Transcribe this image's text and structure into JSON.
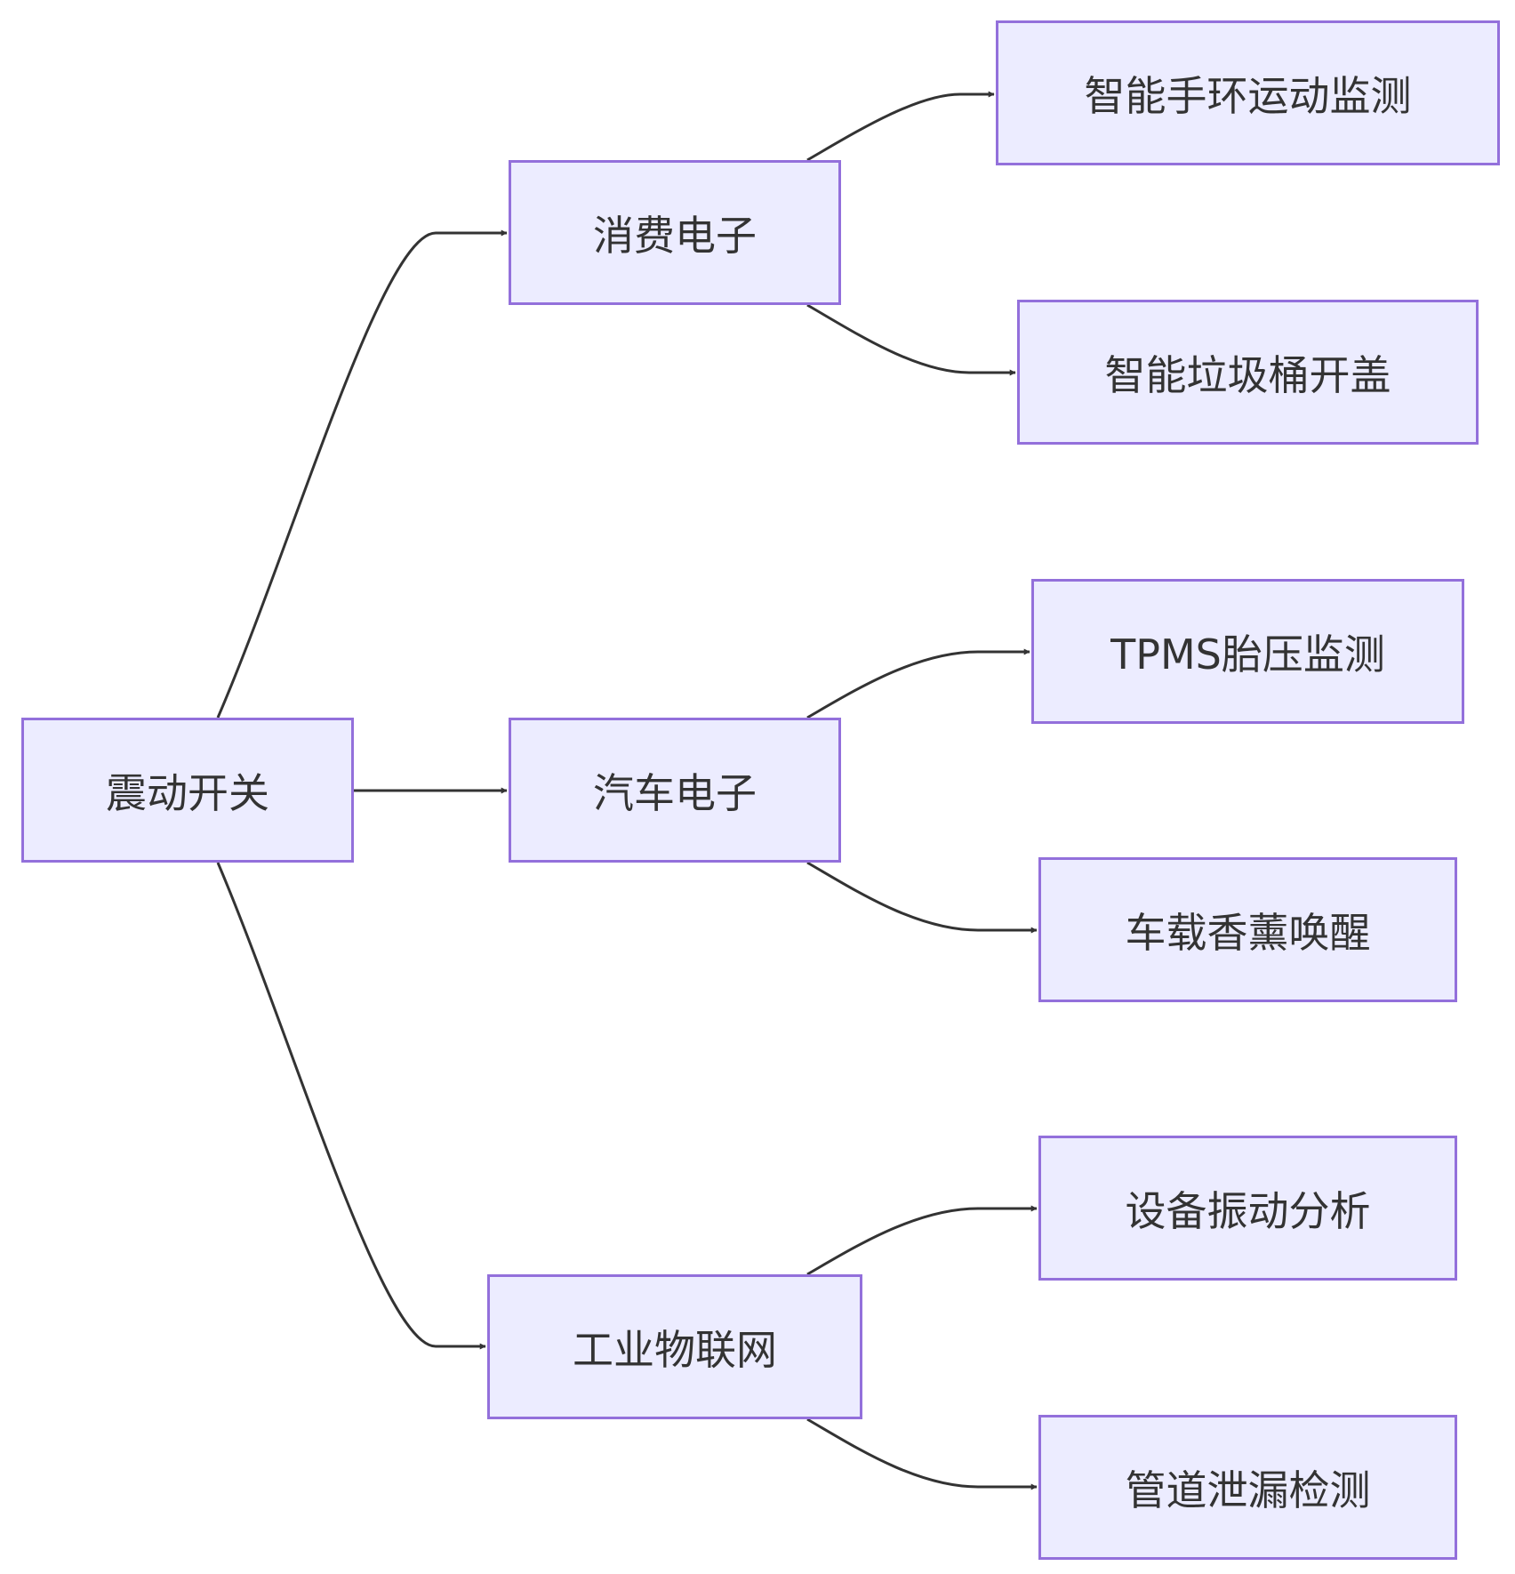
{
  "diagram": {
    "type": "flowchart",
    "direction": "left-to-right",
    "colors": {
      "node_fill": "#ECECFF",
      "node_border": "#9370DB",
      "edge": "#333333",
      "text": "#333333"
    },
    "nodes": {
      "root": "震动开关",
      "consumer": "消费电子",
      "automotive": "汽车电子",
      "iiot": "工业物联网",
      "wristband": "智能手环运动监测",
      "trash_can": "智能垃圾桶开盖",
      "tpms": "TPMS胎压监测",
      "fragrance": "车载香薰唤醒",
      "equipment": "设备振动分析",
      "pipeline": "管道泄漏检测"
    },
    "edges": [
      {
        "from": "root",
        "to": "consumer"
      },
      {
        "from": "root",
        "to": "automotive"
      },
      {
        "from": "root",
        "to": "iiot"
      },
      {
        "from": "consumer",
        "to": "wristband"
      },
      {
        "from": "consumer",
        "to": "trash_can"
      },
      {
        "from": "automotive",
        "to": "tpms"
      },
      {
        "from": "automotive",
        "to": "fragrance"
      },
      {
        "from": "iiot",
        "to": "equipment"
      },
      {
        "from": "iiot",
        "to": "pipeline"
      }
    ]
  }
}
